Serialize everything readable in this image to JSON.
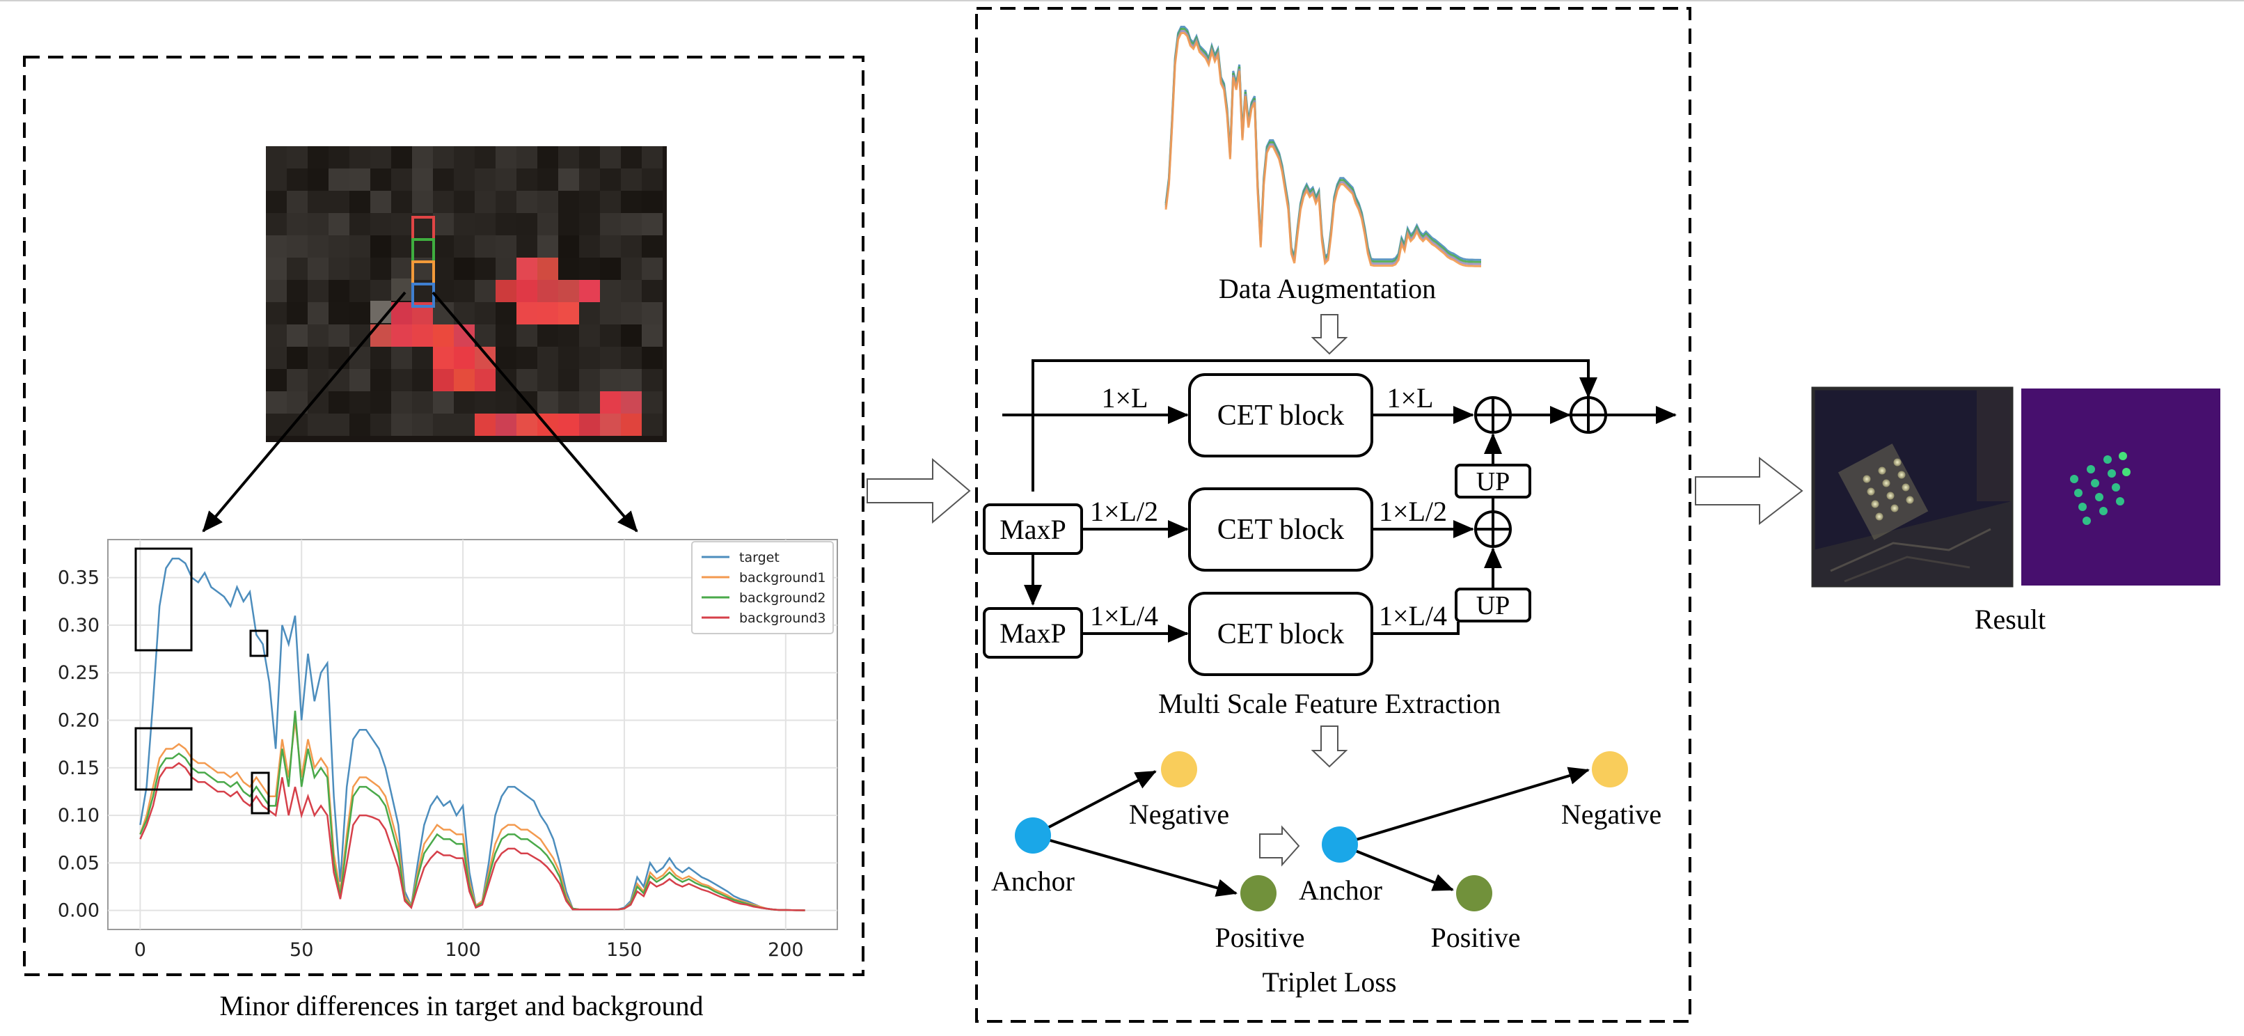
{
  "left_panel": {
    "caption": "Minor differences in target and background"
  },
  "chart_data": {
    "type": "line",
    "xlim": [
      -10,
      216
    ],
    "ylim": [
      -0.02,
      0.39
    ],
    "xticks": [
      0,
      50,
      100,
      150,
      200
    ],
    "yticks": [
      0.0,
      0.05,
      0.1,
      0.15,
      0.2,
      0.25,
      0.3,
      0.35
    ],
    "ytick_labels": [
      "0.00",
      "0.05",
      "0.10",
      "0.15",
      "0.20",
      "0.25",
      "0.30",
      "0.35"
    ],
    "grid": true,
    "legend_position": "top-right",
    "x": [
      0,
      2,
      4,
      6,
      8,
      10,
      12,
      14,
      16,
      18,
      20,
      22,
      24,
      26,
      28,
      30,
      32,
      34,
      36,
      38,
      40,
      42,
      44,
      46,
      48,
      50,
      52,
      54,
      56,
      58,
      60,
      62,
      64,
      66,
      68,
      70,
      72,
      74,
      76,
      78,
      80,
      82,
      84,
      86,
      88,
      90,
      92,
      94,
      96,
      98,
      100,
      102,
      104,
      106,
      108,
      110,
      112,
      114,
      116,
      118,
      120,
      122,
      124,
      126,
      128,
      130,
      132,
      134,
      136,
      138,
      140,
      142,
      144,
      146,
      148,
      150,
      152,
      154,
      156,
      158,
      160,
      162,
      164,
      166,
      168,
      170,
      172,
      174,
      176,
      178,
      180,
      182,
      184,
      186,
      188,
      190,
      192,
      194,
      196,
      198,
      200,
      202,
      204,
      206
    ],
    "series": [
      {
        "name": "target",
        "color": "#4c8dbd",
        "values": [
          0.09,
          0.13,
          0.22,
          0.32,
          0.36,
          0.37,
          0.37,
          0.365,
          0.35,
          0.345,
          0.355,
          0.34,
          0.335,
          0.33,
          0.32,
          0.34,
          0.325,
          0.335,
          0.29,
          0.28,
          0.24,
          0.17,
          0.3,
          0.28,
          0.31,
          0.2,
          0.27,
          0.22,
          0.25,
          0.26,
          0.12,
          0.03,
          0.13,
          0.18,
          0.19,
          0.19,
          0.18,
          0.17,
          0.15,
          0.12,
          0.09,
          0.02,
          0.005,
          0.05,
          0.09,
          0.11,
          0.12,
          0.11,
          0.115,
          0.1,
          0.11,
          0.04,
          0.005,
          0.01,
          0.05,
          0.1,
          0.12,
          0.13,
          0.13,
          0.125,
          0.12,
          0.115,
          0.1,
          0.09,
          0.075,
          0.05,
          0.02,
          0.002,
          0.001,
          0.001,
          0.001,
          0.001,
          0.001,
          0.001,
          0.001,
          0.003,
          0.01,
          0.035,
          0.025,
          0.05,
          0.04,
          0.045,
          0.055,
          0.045,
          0.04,
          0.045,
          0.04,
          0.035,
          0.032,
          0.028,
          0.024,
          0.02,
          0.015,
          0.012,
          0.01,
          0.007,
          0.004,
          0.002,
          0.001,
          0.0005,
          0.0005,
          0.0003,
          0.0002,
          0.0001
        ]
      },
      {
        "name": "background1",
        "color": "#f39a4f",
        "values": [
          0.08,
          0.1,
          0.13,
          0.16,
          0.17,
          0.17,
          0.175,
          0.17,
          0.16,
          0.155,
          0.155,
          0.15,
          0.145,
          0.145,
          0.14,
          0.145,
          0.135,
          0.13,
          0.14,
          0.13,
          0.12,
          0.12,
          0.18,
          0.14,
          0.2,
          0.14,
          0.18,
          0.15,
          0.16,
          0.15,
          0.06,
          0.02,
          0.08,
          0.13,
          0.14,
          0.14,
          0.135,
          0.13,
          0.12,
          0.095,
          0.07,
          0.015,
          0.005,
          0.04,
          0.07,
          0.08,
          0.09,
          0.085,
          0.085,
          0.08,
          0.08,
          0.03,
          0.005,
          0.01,
          0.04,
          0.07,
          0.085,
          0.09,
          0.09,
          0.085,
          0.085,
          0.08,
          0.075,
          0.065,
          0.055,
          0.04,
          0.015,
          0.002,
          0.001,
          0.001,
          0.001,
          0.001,
          0.001,
          0.001,
          0.001,
          0.002,
          0.008,
          0.028,
          0.02,
          0.04,
          0.033,
          0.037,
          0.045,
          0.037,
          0.033,
          0.036,
          0.032,
          0.028,
          0.026,
          0.022,
          0.019,
          0.016,
          0.012,
          0.01,
          0.008,
          0.006,
          0.004,
          0.002,
          0.001,
          0.0005,
          0.0005,
          0.0003,
          0.0002,
          0.0001
        ]
      },
      {
        "name": "background2",
        "color": "#4aa94a",
        "values": [
          0.08,
          0.095,
          0.12,
          0.15,
          0.16,
          0.16,
          0.165,
          0.16,
          0.15,
          0.145,
          0.145,
          0.14,
          0.135,
          0.135,
          0.13,
          0.135,
          0.125,
          0.12,
          0.13,
          0.12,
          0.11,
          0.11,
          0.17,
          0.13,
          0.21,
          0.13,
          0.17,
          0.14,
          0.15,
          0.14,
          0.05,
          0.015,
          0.07,
          0.12,
          0.13,
          0.13,
          0.125,
          0.12,
          0.11,
          0.085,
          0.06,
          0.012,
          0.004,
          0.035,
          0.06,
          0.07,
          0.08,
          0.075,
          0.075,
          0.07,
          0.07,
          0.025,
          0.004,
          0.008,
          0.035,
          0.06,
          0.075,
          0.08,
          0.08,
          0.075,
          0.075,
          0.07,
          0.065,
          0.058,
          0.048,
          0.035,
          0.012,
          0.002,
          0.001,
          0.001,
          0.001,
          0.001,
          0.001,
          0.001,
          0.001,
          0.002,
          0.007,
          0.025,
          0.018,
          0.036,
          0.03,
          0.034,
          0.04,
          0.034,
          0.03,
          0.033,
          0.029,
          0.026,
          0.024,
          0.02,
          0.017,
          0.014,
          0.011,
          0.009,
          0.007,
          0.005,
          0.003,
          0.002,
          0.001,
          0.0005,
          0.0005,
          0.0003,
          0.0002,
          0.0001
        ]
      },
      {
        "name": "background3",
        "color": "#d6404a",
        "values": [
          0.075,
          0.09,
          0.11,
          0.14,
          0.15,
          0.15,
          0.155,
          0.15,
          0.14,
          0.135,
          0.135,
          0.13,
          0.125,
          0.125,
          0.12,
          0.125,
          0.115,
          0.11,
          0.12,
          0.11,
          0.105,
          0.1,
          0.14,
          0.1,
          0.13,
          0.1,
          0.12,
          0.1,
          0.11,
          0.1,
          0.04,
          0.012,
          0.05,
          0.09,
          0.1,
          0.1,
          0.098,
          0.095,
          0.085,
          0.065,
          0.045,
          0.01,
          0.003,
          0.025,
          0.045,
          0.055,
          0.062,
          0.058,
          0.058,
          0.055,
          0.055,
          0.02,
          0.003,
          0.006,
          0.028,
          0.05,
          0.06,
          0.065,
          0.065,
          0.06,
          0.06,
          0.056,
          0.052,
          0.046,
          0.038,
          0.028,
          0.01,
          0.001,
          0.001,
          0.001,
          0.001,
          0.001,
          0.001,
          0.001,
          0.001,
          0.002,
          0.006,
          0.02,
          0.015,
          0.03,
          0.025,
          0.028,
          0.033,
          0.028,
          0.025,
          0.028,
          0.025,
          0.022,
          0.02,
          0.017,
          0.014,
          0.012,
          0.009,
          0.007,
          0.006,
          0.004,
          0.003,
          0.002,
          0.001,
          0.0005,
          0.0005,
          0.0003,
          0.0002,
          0.0001
        ]
      }
    ]
  },
  "middle_panel": {
    "data_augmentation_label": "Data Augmentation",
    "cet_block_label": "CET block",
    "maxp_label": "MaxP",
    "up_label": "UP",
    "dim_full": "1×L",
    "dim_half": "1×L/2",
    "dim_quarter": "1×L/4",
    "msfe_label": "Multi Scale Feature Extraction",
    "triplet_loss_label": "Triplet Loss",
    "anchor_label": "Anchor",
    "negative_label": "Negative",
    "positive_label": "Positive",
    "colors": {
      "anchor": "#1aa7e8",
      "negative": "#f9cd5b",
      "positive": "#71913b"
    }
  },
  "right_panel": {
    "result_label": "Result",
    "colors": {
      "scene_bg": "#1c1a30",
      "heatmap_bg": "#470f6e",
      "heatmap_spot": "#2fd48a"
    }
  }
}
